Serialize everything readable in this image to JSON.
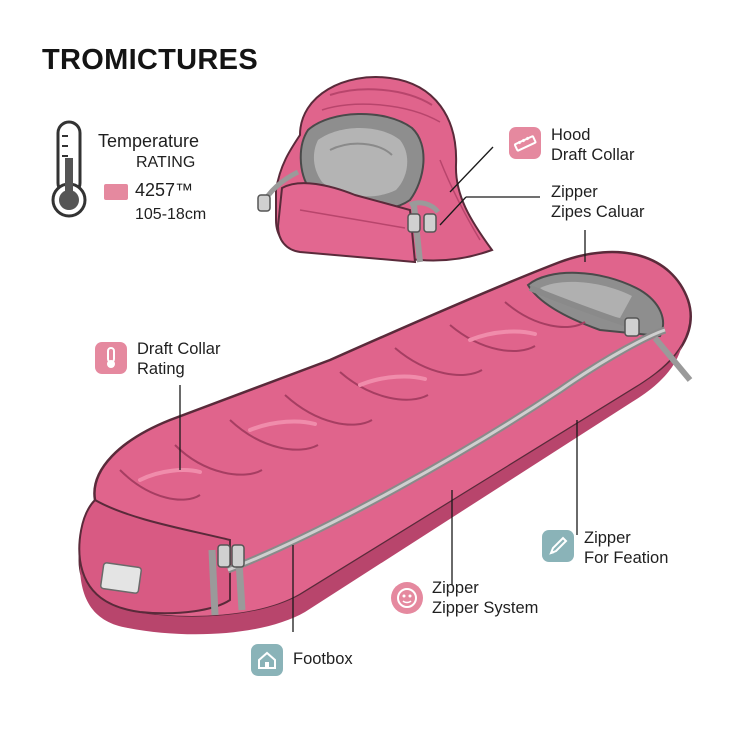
{
  "title": "TROMICTURES",
  "colors": {
    "bag_pink": "#e0648c",
    "bag_dark": "#b8456c",
    "bag_light": "#f08cab",
    "lining_gray": "#8e8e8e",
    "zipper_gray": "#c9c9c9",
    "badge_pink": "#e5899f",
    "badge_teal": "#8ab3b8"
  },
  "temperature": {
    "line1": "Temperature",
    "line2": "RATING",
    "value": "4257™",
    "range": "105-18cm",
    "icon": "thermometer-icon"
  },
  "callouts": [
    {
      "id": "hood",
      "line1": "Hood",
      "line2": "Draft Collar",
      "icon": "ruler-icon",
      "badge": "pink"
    },
    {
      "id": "zipper-top",
      "line1": "Zipper",
      "line2": "Zipes Caluar",
      "icon": "",
      "badge": ""
    },
    {
      "id": "draft-collar",
      "line1": "Draft Collar",
      "line2": "Rating",
      "icon": "thermometer-icon",
      "badge": "pink"
    },
    {
      "id": "zipper-feation",
      "line1": "Zipper",
      "line2": "For Feation",
      "icon": "pencil-icon",
      "badge": "teal"
    },
    {
      "id": "zipper-system",
      "line1": "Zipper",
      "line2": "Zipper System",
      "icon": "face-icon",
      "badge": "pink"
    },
    {
      "id": "footbox",
      "line1": "Footbox",
      "line2": "",
      "icon": "house-icon",
      "badge": "teal"
    }
  ]
}
